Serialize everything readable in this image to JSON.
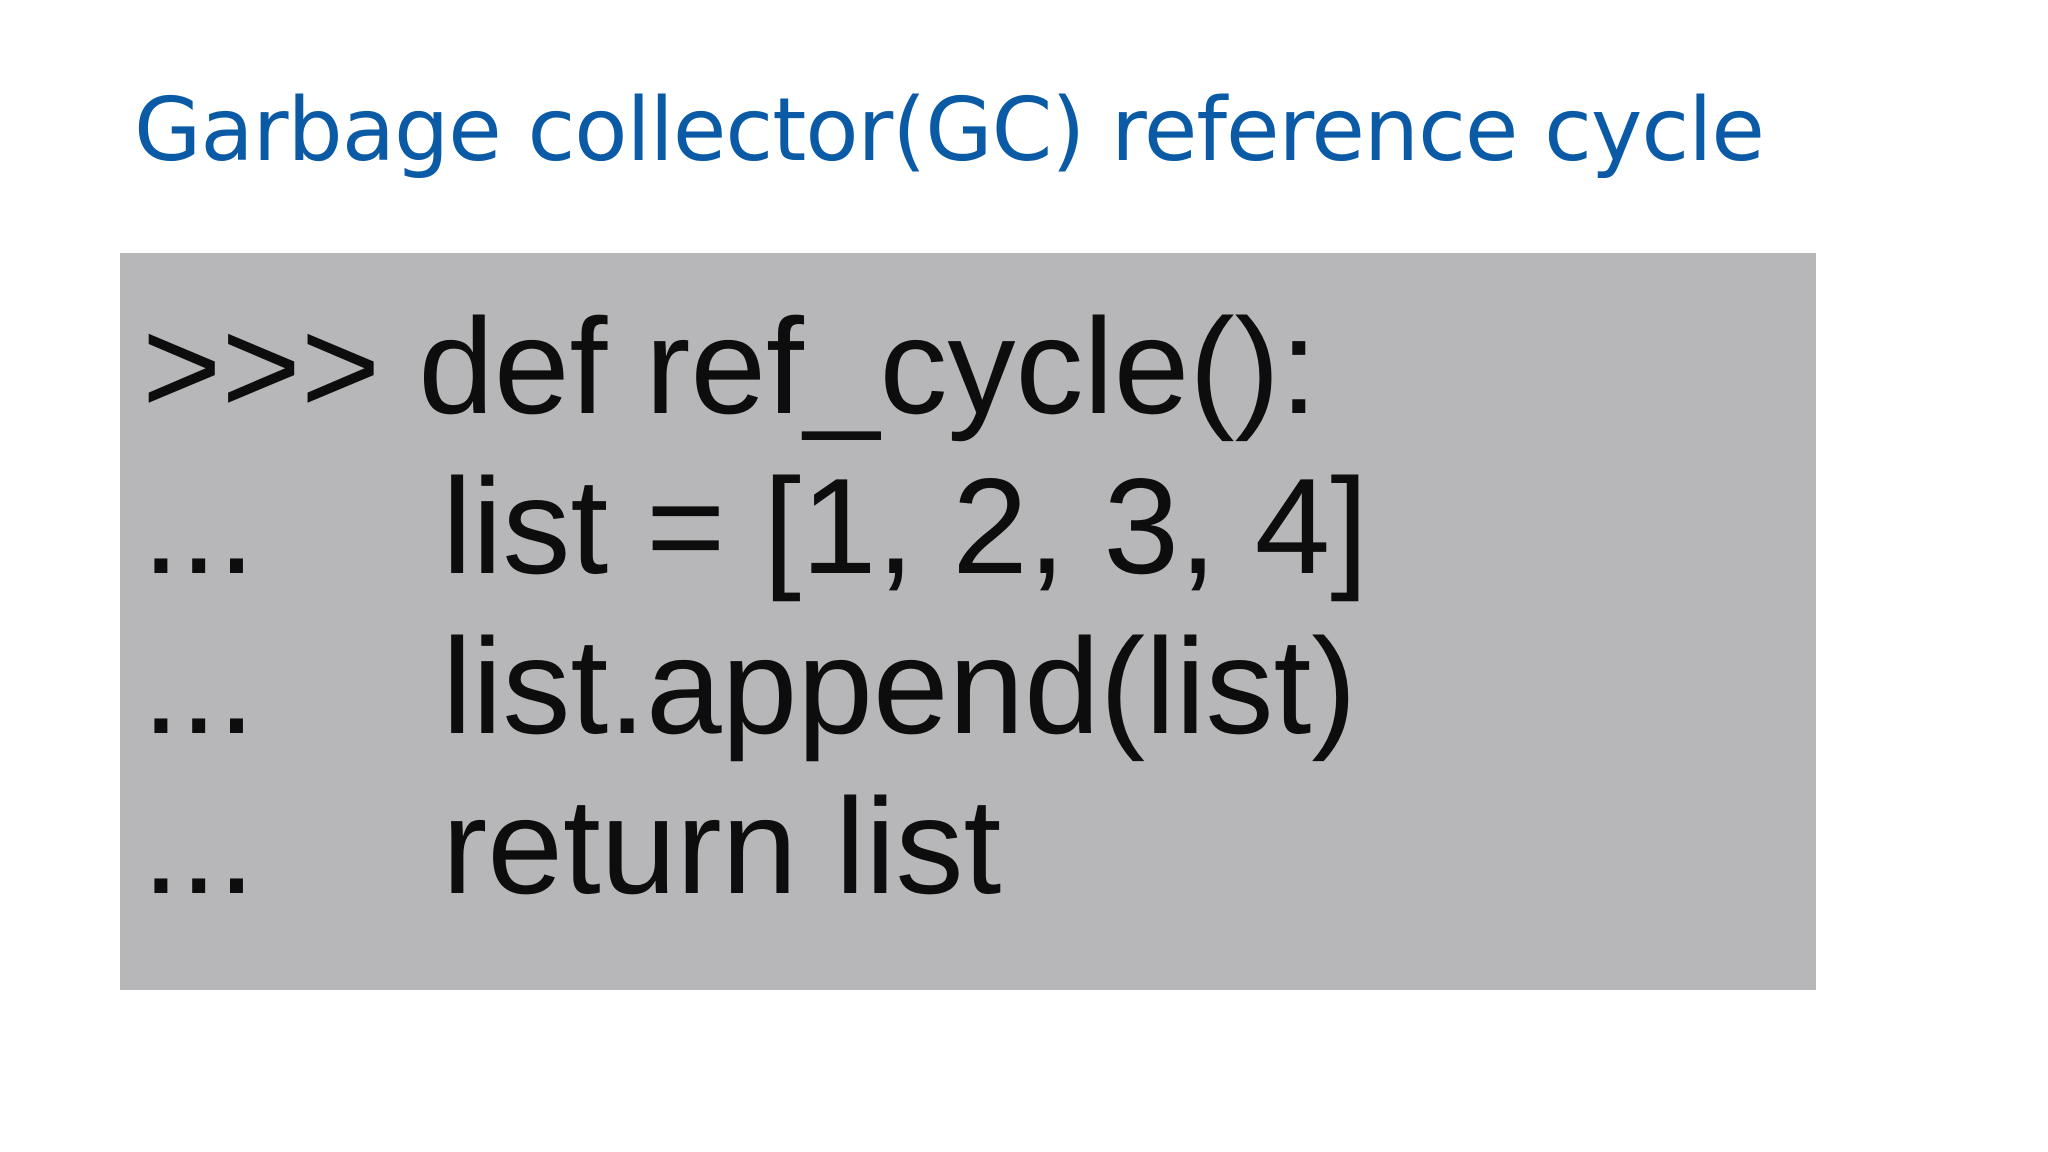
{
  "slide": {
    "title": "Garbage collector(GC) reference cycle",
    "code_lines": [
      {
        "prompt": ">>>",
        "code": "def ref_cycle():"
      },
      {
        "prompt": "...",
        "code": "list = [1, 2, 3, 4]"
      },
      {
        "prompt": "...",
        "code": "list.append(list)"
      },
      {
        "prompt": "...",
        "code": "return list"
      }
    ]
  },
  "colors": {
    "title": "#0a5aa5",
    "code_background": "#b7b6b8",
    "code_text": "#0d0d0d",
    "page_background": "#ffffff"
  }
}
